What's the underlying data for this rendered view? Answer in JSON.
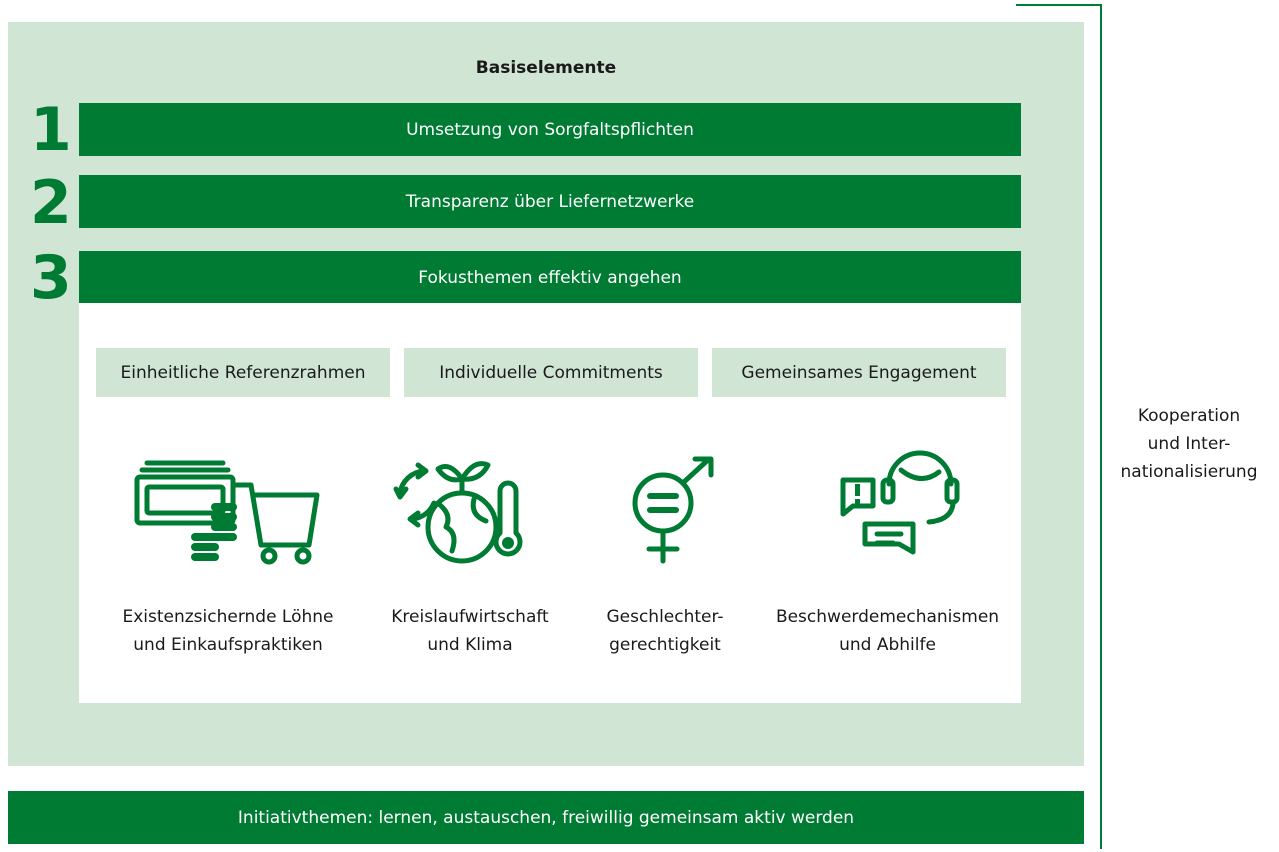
{
  "heading": "Basiselemente",
  "elements": [
    {
      "number": "1",
      "label": "Umsetzung von Sorgfaltspflichten"
    },
    {
      "number": "2",
      "label": "Transparenz über Liefernetzwerke"
    },
    {
      "number": "3",
      "label": "Fokusthemen effektiv angehen"
    }
  ],
  "approaches": [
    "Einheitliche Referenzrahmen",
    "Individuelle Commitments",
    "Gemeinsames Engagement"
  ],
  "focus_topics": [
    {
      "icon": "money-cart-icon",
      "line1": "Existenzsichernde Löhne",
      "line2": "und Einkaufspraktiken"
    },
    {
      "icon": "globe-recycle-thermometer-icon",
      "line1": "Kreislaufwirtschaft",
      "line2": "und Klima"
    },
    {
      "icon": "gender-equality-icon",
      "line1": "Geschlechter-",
      "line2": "gerechtigkeit"
    },
    {
      "icon": "headset-chat-icon",
      "line1": "Beschwerdemechanismen",
      "line2": "und Abhilfe"
    }
  ],
  "initiative": "Initiativthemen: lernen, austauschen, freiwillig gemeinsam aktiv werden",
  "cooperation": {
    "line1": "Kooperation",
    "line2": "und Inter-",
    "line3": "nationalisierung"
  },
  "colors": {
    "green": "#007b33",
    "light_green": "#d1e5d5"
  }
}
